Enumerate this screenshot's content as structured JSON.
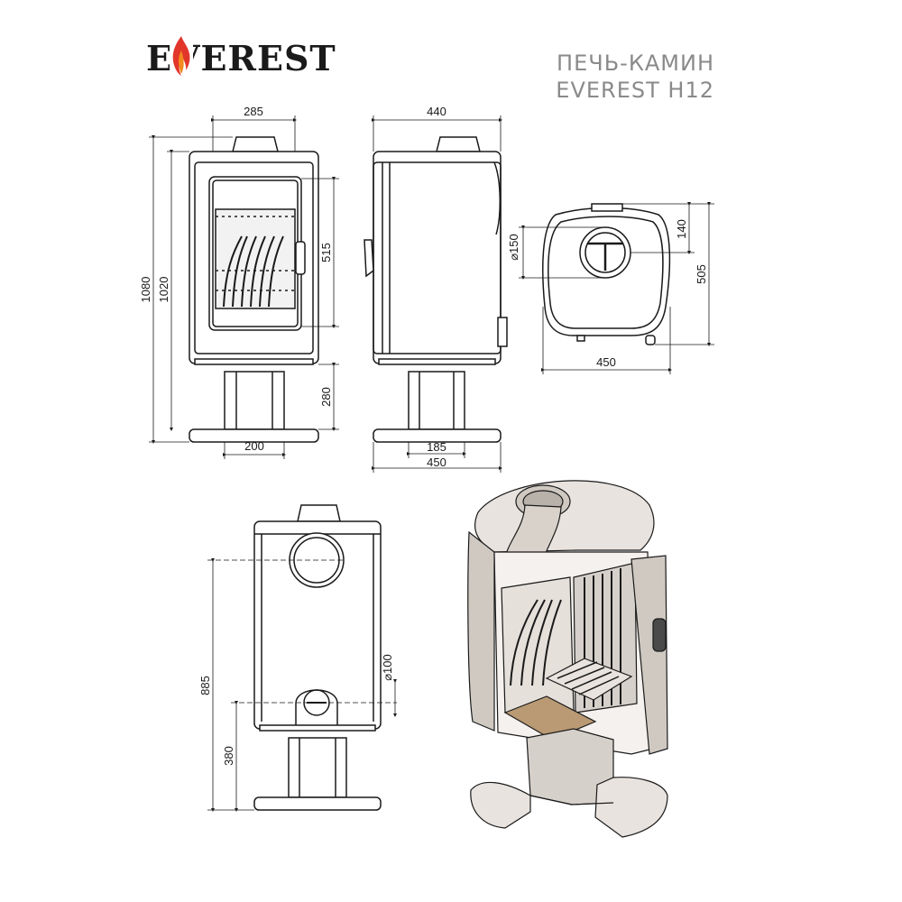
{
  "brand": {
    "text": "EVEREST",
    "flame_colors": [
      "#e2362b",
      "#f28a1e"
    ]
  },
  "title": {
    "line1": "ПЕЧЬ-КАМИН",
    "line2": "EVEREST H12"
  },
  "dimensions": {
    "front_top_width": "285",
    "front_height_total": "1080",
    "front_height_body": "1020",
    "front_door_height": "515",
    "front_pedestal_height": "280",
    "front_pedestal_width": "200",
    "side_depth": "440",
    "side_pedestal_width": "185",
    "side_base_width": "450",
    "top_flue_diameter": "⌀150",
    "top_flue_offset": "140",
    "top_depth": "505",
    "top_width": "450",
    "rear_flue_height": "885",
    "rear_air_height": "380",
    "rear_air_diameter": "⌀100"
  },
  "colors": {
    "line": "#1a1a1a",
    "fill_light": "#e8e3de",
    "fill_mid": "#cfc9c2",
    "accent": "#b99a74"
  }
}
